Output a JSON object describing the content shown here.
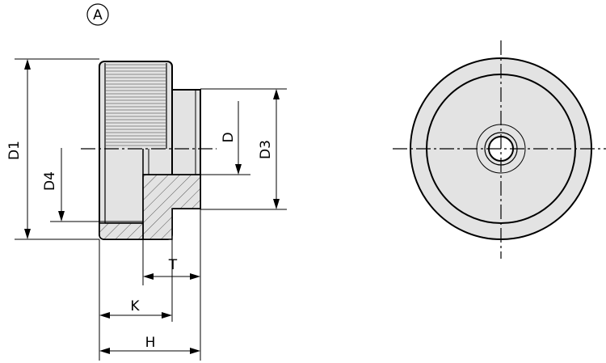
{
  "view_marker": "A",
  "labels": {
    "d1": "D1",
    "d4": "D4",
    "d": "D",
    "d3": "D3",
    "t": "T",
    "k": "K",
    "h": "H"
  },
  "colors": {
    "line": "#000000",
    "fill": "#e3e3e3",
    "knurl": "#888888",
    "hatch": "#555555",
    "background": "#ffffff"
  }
}
